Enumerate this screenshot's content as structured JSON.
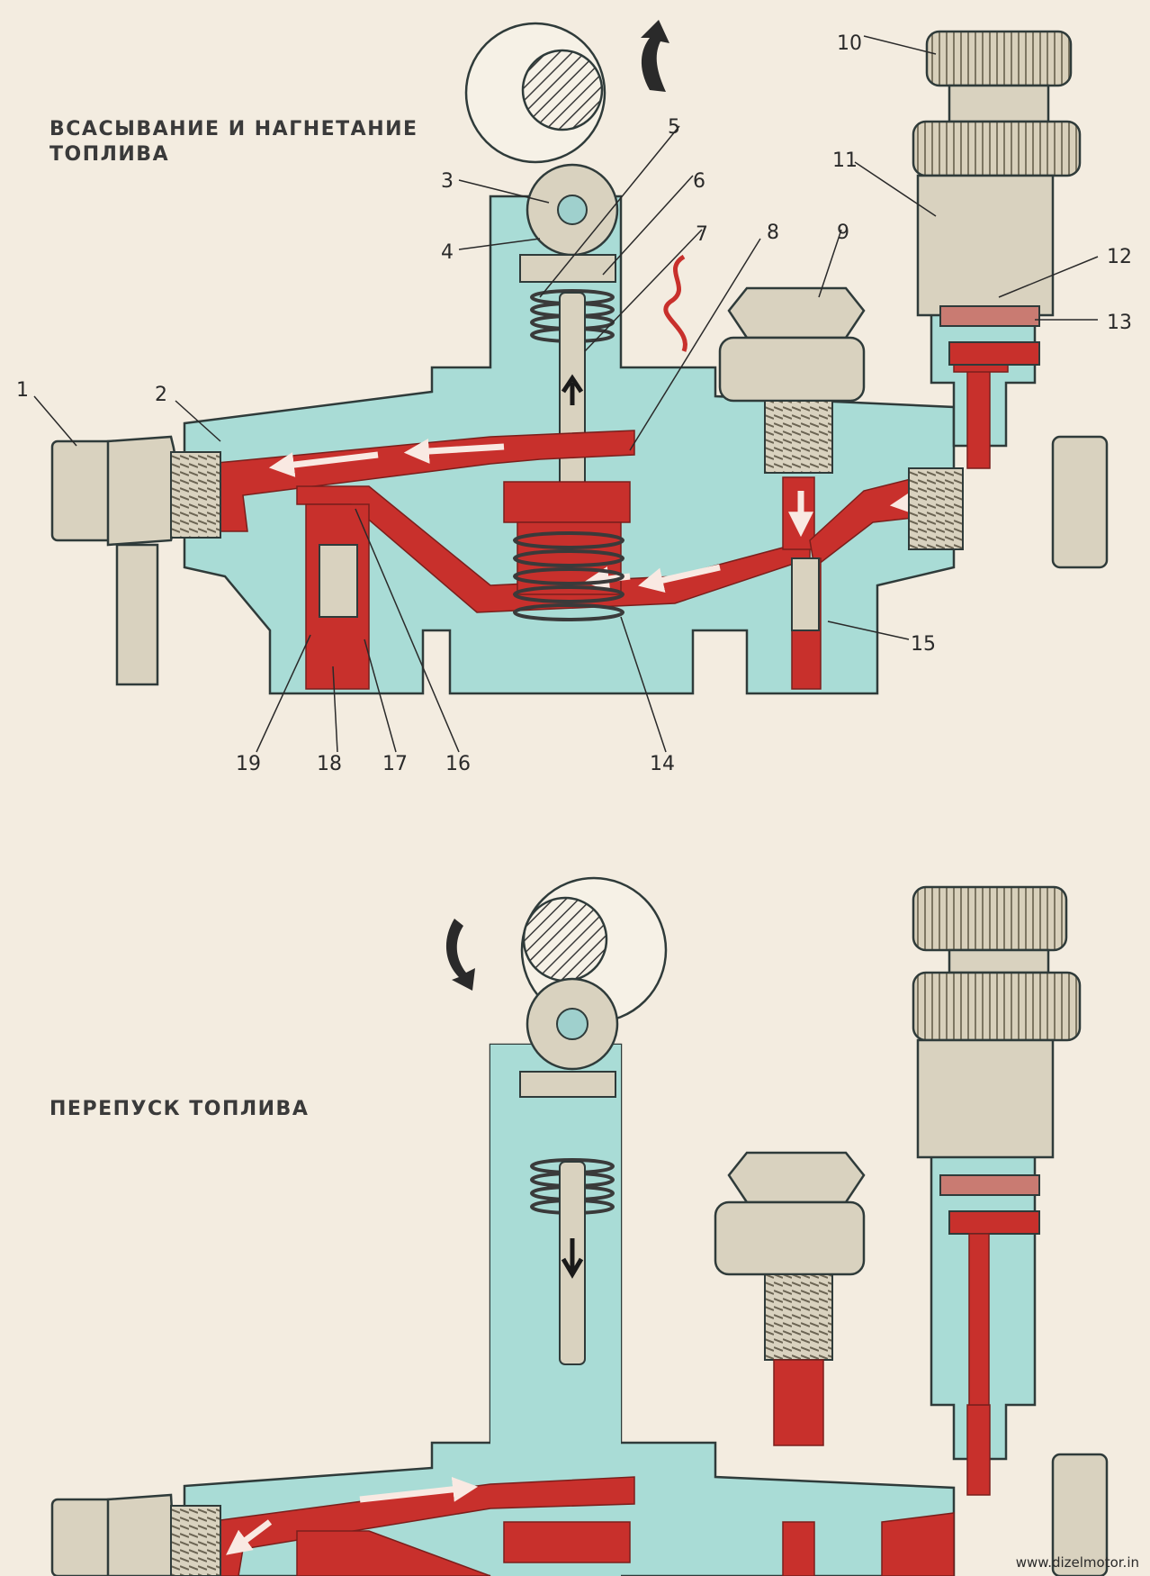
{
  "headings": {
    "top_line1": "ВСАСЫВАНИЕ И НАГНЕТАНИЕ",
    "top_line2": "ТОПЛИВА",
    "bottom": "ПЕРЕПУСК ТОПЛИВА"
  },
  "callouts": [
    "1",
    "2",
    "3",
    "4",
    "5",
    "6",
    "7",
    "8",
    "9",
    "10",
    "11",
    "12",
    "13",
    "14",
    "15",
    "16",
    "17",
    "18",
    "19"
  ],
  "watermark": "www.dizelmotor.in",
  "colors": {
    "body": "#a9dcd6",
    "fuel": "#c8302c",
    "metal": "#d9d2bf",
    "outline": "#2f3b3a",
    "background": "#f3ece0"
  }
}
